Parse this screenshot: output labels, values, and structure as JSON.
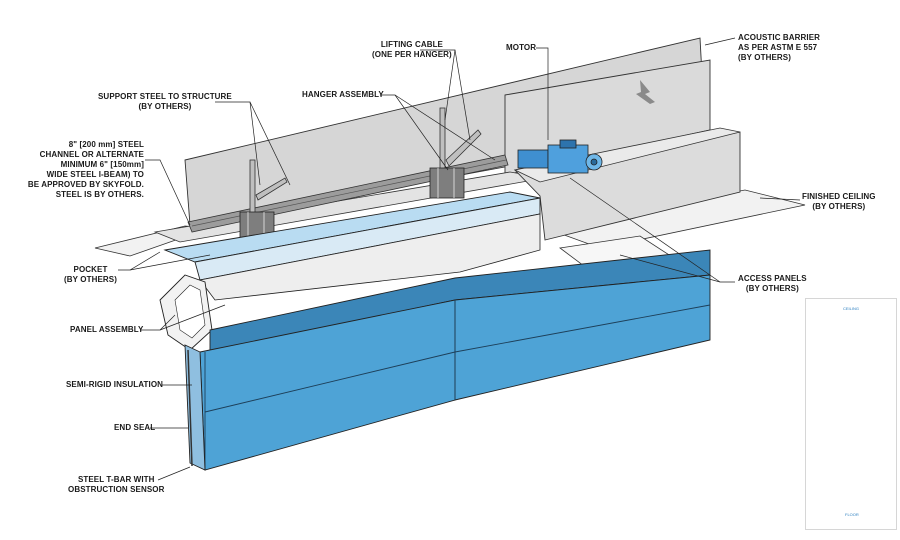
{
  "labels": {
    "support_steel": [
      "SUPPORT STEEL TO STRUCTURE",
      "(BY OTHERS)"
    ],
    "lifting_cable": [
      "LIFTING CABLE",
      "(ONE PER HANGER)"
    ],
    "motor": [
      "MOTOR"
    ],
    "acoustic_barrier": [
      "ACOUSTIC BARRIER",
      "AS PER ASTM E 557",
      "(BY OTHERS)"
    ],
    "hanger_assembly": [
      "HANGER ASSEMBLY"
    ],
    "steel_channel": [
      "8\" [200 mm] STEEL",
      "CHANNEL OR ALTERNATE",
      "MINIMUM 6\" [150mm]",
      "WIDE STEEL I-BEAM) TO",
      "BE APPROVED BY SKYFOLD.",
      "STEEL IS BY OTHERS."
    ],
    "finished_ceiling": [
      "FINISHED CEILING",
      "(BY OTHERS)"
    ],
    "pocket": [
      "POCKET",
      "(BY OTHERS)"
    ],
    "access_panels": [
      "ACCESS PANELS",
      "(BY OTHERS)"
    ],
    "panel_assembly": [
      "PANEL ASSEMBLY"
    ],
    "semi_rigid_insulation": [
      "SEMI-RIGID INSULATION"
    ],
    "end_seal": [
      "END SEAL"
    ],
    "steel_tbar": [
      "STEEL T-BAR WITH",
      "OBSTRUCTION SENSOR"
    ]
  },
  "inset": {
    "top_tag": "CEILING",
    "bottom_tag": "FLOOR"
  },
  "colors": {
    "panel_blue": "#4ea3d6",
    "panel_blue_dark": "#3b86b8",
    "light_blue": "#b9dcf2",
    "wall_gray": "#d3d3d3",
    "motor_blue": "#3f8fd0",
    "leader_line": "#222222"
  }
}
